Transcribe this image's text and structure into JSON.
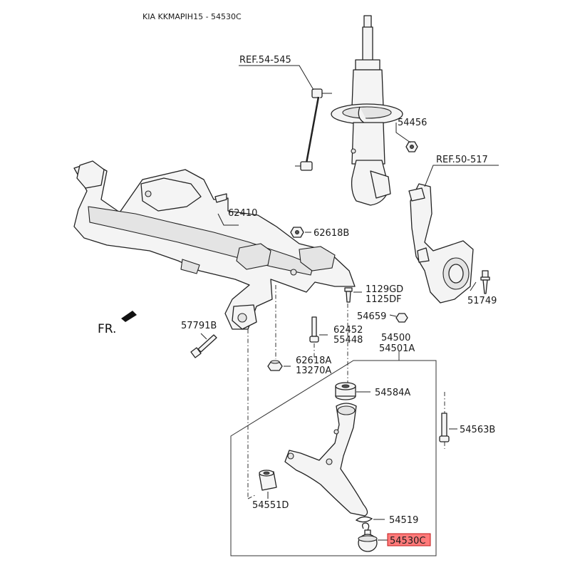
{
  "header": {
    "title": "KIA KKMAPIH15 - 54530C"
  },
  "direction_label": "FR.",
  "highlight_color": "#ff7a7a",
  "callouts": {
    "ref_54_545": "REF.54-545",
    "ref_50_517": "REF.50-517",
    "p54456": "54456",
    "p62410": "62410",
    "p62618B": "62618B",
    "p1129GD": "1129GD",
    "p1125DF": "1125DF",
    "p54659": "54659",
    "p51749": "51749",
    "p57791B": "57791B",
    "p62452": "62452",
    "p55448": "55448",
    "p54500": "54500",
    "p54501A": "54501A",
    "p62618A": "62618A",
    "p13270A": "13270A",
    "p54584A": "54584A",
    "p54563B": "54563B",
    "p54551D": "54551D",
    "p54519": "54519",
    "p54530C": "54530C"
  }
}
